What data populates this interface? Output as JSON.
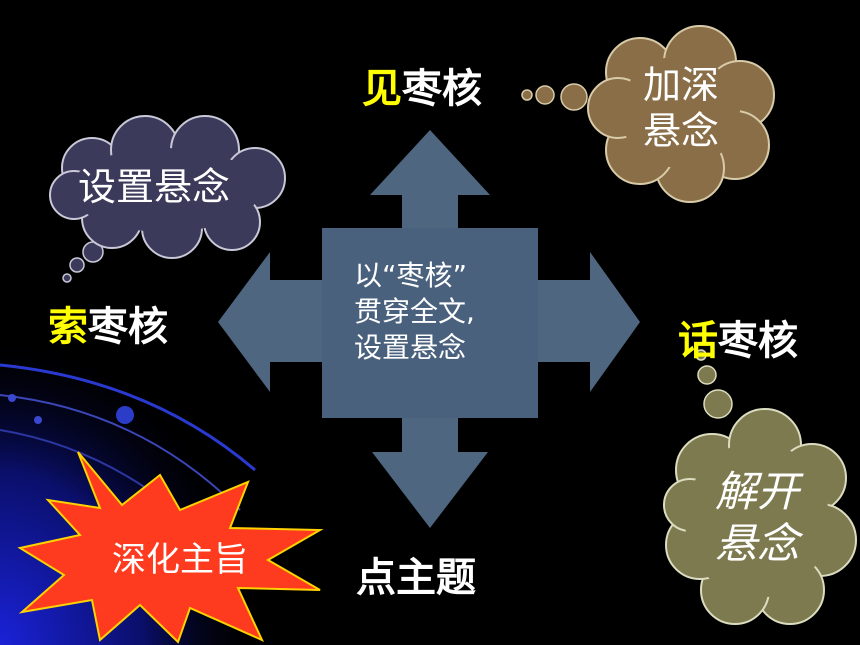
{
  "center": {
    "line1": "以“枣核”",
    "line2": "贯穿全文,",
    "line3": "设置悬念"
  },
  "top": {
    "highlight": "见",
    "rest": "枣核"
  },
  "left": {
    "highlight": "索",
    "rest": "枣核"
  },
  "right": {
    "highlight": "话",
    "rest": "枣核"
  },
  "bottom": {
    "label": "点主题"
  },
  "clouds": {
    "top_left": {
      "text": "设置悬念"
    },
    "top_right": {
      "line1": "加深",
      "line2": "悬念"
    },
    "bottom_right": {
      "line1": "解开",
      "line2": "悬念"
    }
  },
  "burst": {
    "text": "深化主旨"
  },
  "colors": {
    "background": "#000000",
    "arrow": "#4f6680",
    "highlight": "#ffff00",
    "cloud_top_left": "#3c3a5a",
    "cloud_top_right": "#8a6e48",
    "cloud_bottom_right": "#7c7a4e",
    "burst": "#ff3b1f"
  }
}
